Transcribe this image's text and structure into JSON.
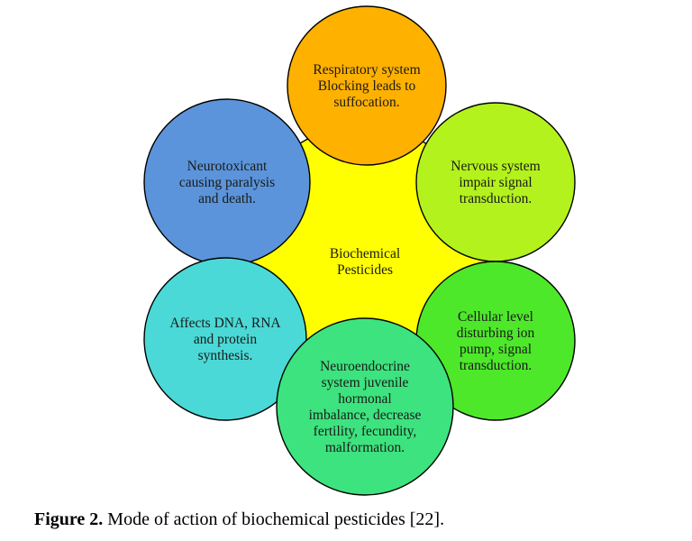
{
  "center": {
    "lines": [
      "Biochemical",
      "Pesticides"
    ],
    "color": "#ffff00"
  },
  "nodes": [
    {
      "id": "respiratory",
      "lines": [
        "Respiratory system",
        "Blocking leads to",
        "suffocation."
      ],
      "color": "#ffb100"
    },
    {
      "id": "nervous",
      "lines": [
        "Nervous system",
        "impair signal",
        "transduction."
      ],
      "color": "#b3f21c"
    },
    {
      "id": "cellular",
      "lines": [
        "Cellular level",
        "disturbing ion",
        "pump, signal",
        "transduction."
      ],
      "color": "#4ee82a"
    },
    {
      "id": "neuroendocrine",
      "lines": [
        "Neuroendocrine",
        "system juvenile",
        "hormonal",
        "imbalance, decrease",
        "fertility, fecundity,",
        "malformation."
      ],
      "color": "#3de37e"
    },
    {
      "id": "dna",
      "lines": [
        "Affects DNA, RNA",
        "and protein",
        "synthesis."
      ],
      "color": "#4ad9d6"
    },
    {
      "id": "neurotoxicant",
      "lines": [
        "Neurotoxicant",
        "causing paralysis",
        "and death."
      ],
      "color": "#5b94da"
    }
  ],
  "caption": {
    "label": "Figure 2.",
    "text": " Mode of action of biochemical pesticides [22]."
  },
  "colors": {
    "stroke": "#000000",
    "text": "#1a1a1a"
  }
}
